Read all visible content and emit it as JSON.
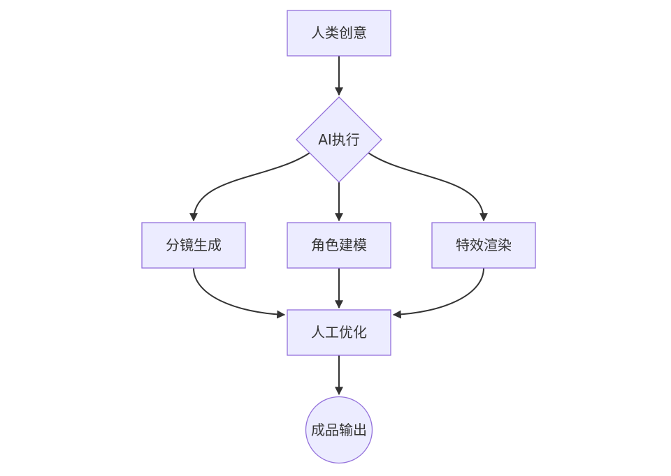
{
  "diagram": {
    "type": "flowchart",
    "direction": "top-down",
    "colors": {
      "node_fill": "#ECECFF",
      "node_border": "#9370DB",
      "edge_line": "#333333",
      "text": "#333333",
      "background": "#FFFFFF"
    },
    "nodes": [
      {
        "id": "human-creativity",
        "label": "人类创意",
        "shape": "rectangle"
      },
      {
        "id": "ai-execution",
        "label": "AI执行",
        "shape": "diamond"
      },
      {
        "id": "storyboard-generation",
        "label": "分镜生成",
        "shape": "rectangle"
      },
      {
        "id": "character-modeling",
        "label": "角色建模",
        "shape": "rectangle"
      },
      {
        "id": "vfx-rendering",
        "label": "特效渲染",
        "shape": "rectangle"
      },
      {
        "id": "manual-refinement",
        "label": "人工优化",
        "shape": "rectangle"
      },
      {
        "id": "final-output",
        "label": "成品输出",
        "shape": "circle"
      }
    ],
    "edges": [
      {
        "from": "人类创意",
        "to": "AI执行"
      },
      {
        "from": "AI执行",
        "to": "分镜生成"
      },
      {
        "from": "AI执行",
        "to": "角色建模"
      },
      {
        "from": "AI执行",
        "to": "特效渲染"
      },
      {
        "from": "分镜生成",
        "to": "人工优化"
      },
      {
        "from": "角色建模",
        "to": "人工优化"
      },
      {
        "from": "特效渲染",
        "to": "人工优化"
      },
      {
        "from": "人工优化",
        "to": "成品输出"
      }
    ]
  }
}
